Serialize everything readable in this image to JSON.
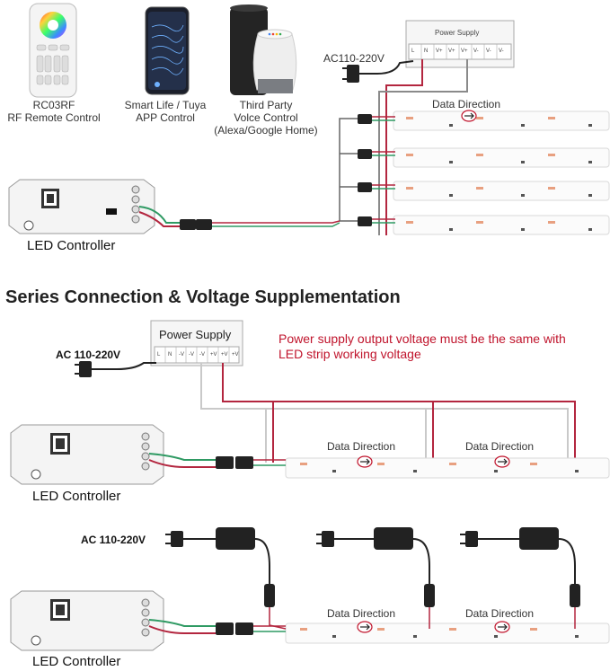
{
  "top": {
    "remote": {
      "name": "RC03RF",
      "caption": "RF Remote Control"
    },
    "app": {
      "line1": "Smart Life / Tuya",
      "line2": "APP Control"
    },
    "voice": {
      "line1": "Third Party",
      "line2": "Volce Control",
      "line3": "(Alexa/Google Home)"
    },
    "power_supply_label": "Power Supply",
    "ac_label": "AC110-220V",
    "terminals": [
      "L",
      "N",
      "V+",
      "V+",
      "V+",
      "V-",
      "V-",
      "V-"
    ],
    "data_direction": "Data Direction",
    "controller_label": "LED Controller"
  },
  "section2": {
    "heading": "Series Connection & Voltage Supplementation",
    "power_supply_label": "Power Supply",
    "terminals": [
      "L",
      "N",
      "-V",
      "-V",
      "-V",
      "+V",
      "+V",
      "+V"
    ],
    "ac_label": "AC 110-220V",
    "note_line1": "Power supply output voltage must be the same with",
    "note_line2": "LED strip working voltage",
    "data_direction_1": "Data Direction",
    "data_direction_2": "Data Direction",
    "controller_label": "LED Controller"
  },
  "section3": {
    "ac_label": "AC 110-220V",
    "data_direction_1": "Data Direction",
    "data_direction_2": "Data Direction",
    "controller_label": "LED Controller"
  },
  "colors": {
    "wire_red": "#b3263f",
    "wire_green": "#2f9a63",
    "wire_grey": "#8a8a8a",
    "note_red": "#c0142c"
  }
}
